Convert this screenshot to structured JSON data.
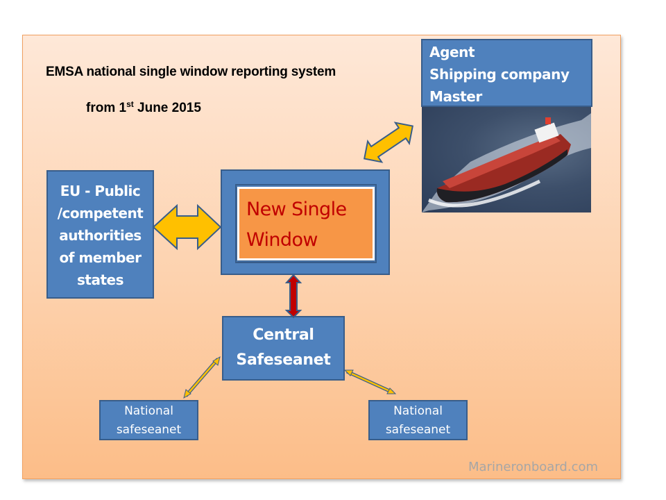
{
  "slide": {
    "title": "EMSA national single window reporting system",
    "subtitle_prefix": "from 1",
    "subtitle_sup": "st",
    "subtitle_suffix": " June 2015",
    "watermark": "Marineronboard.com"
  },
  "nodes": {
    "eu_authorities": {
      "lines": [
        "EU - Public",
        "/competent",
        "authorities",
        "of member",
        "states"
      ]
    },
    "new_single_window": {
      "lines": [
        "New Single",
        "Window"
      ]
    },
    "agent_shipping_master": {
      "lines": [
        "Agent",
        "Shipping company",
        "Master"
      ]
    },
    "central_safeseanet": {
      "lines": [
        "Central",
        "Safeseanet"
      ]
    },
    "national_safeseanet_left": {
      "lines": [
        "National",
        "safeseanet"
      ]
    },
    "national_safeseanet_right": {
      "lines": [
        "National",
        "safeseanet"
      ]
    }
  },
  "image": {
    "ship_photo": "bulk carrier ship at sea"
  },
  "colors": {
    "box_fill": "#4f81bd",
    "box_border": "#385d8a",
    "arrow_yellow": "#ffc000",
    "arrow_red": "#c00000",
    "single_window_fill": "#f79646",
    "single_window_text": "#c00000"
  }
}
